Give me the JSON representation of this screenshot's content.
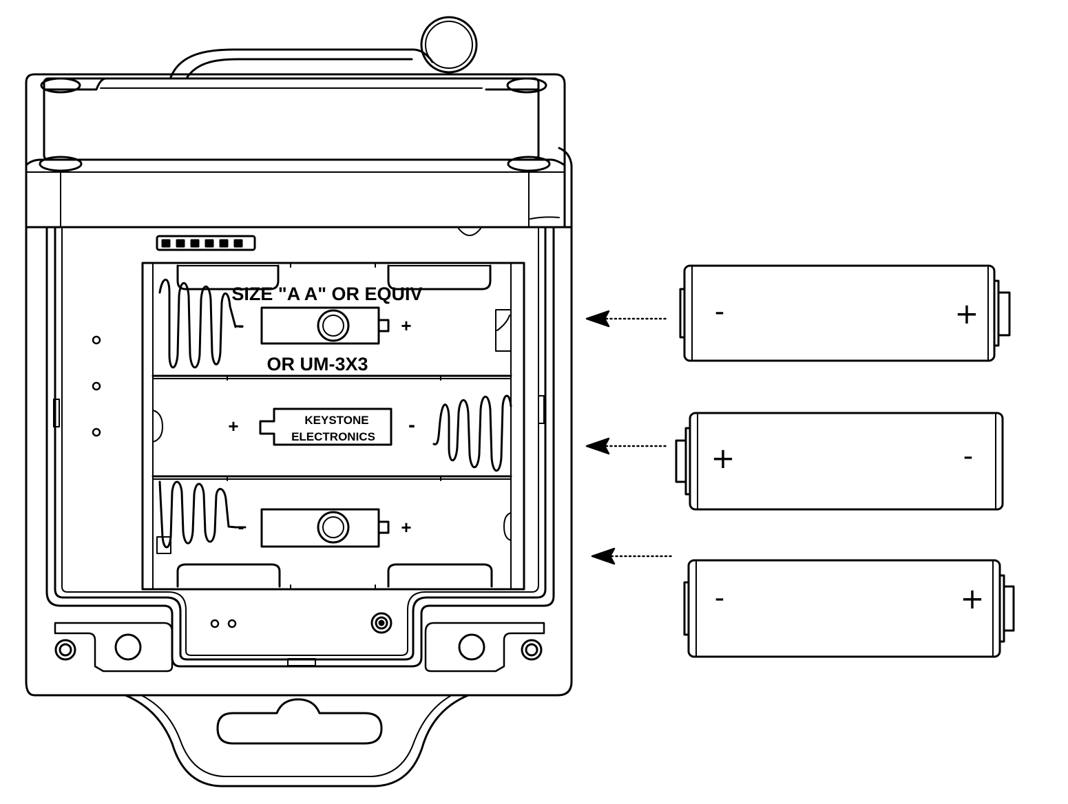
{
  "holder": {
    "label_top_line1": "SIZE \"A A\" OR EQUIV",
    "label_top_line2": "OR UM-3X3",
    "maker_line1": "KEYSTONE",
    "maker_line2": "ELECTRONICS",
    "slots": [
      {
        "left_sign": "-",
        "right_sign": "+"
      },
      {
        "left_sign": "+",
        "right_sign": "-"
      },
      {
        "left_sign": "-",
        "right_sign": "+"
      }
    ]
  },
  "batteries": [
    {
      "left_sign": "-",
      "right_sign": "+"
    },
    {
      "left_sign": "+",
      "right_sign": "-"
    },
    {
      "left_sign": "-",
      "right_sign": "+"
    }
  ],
  "colors": {
    "line": "#000000",
    "background": "#ffffff"
  }
}
